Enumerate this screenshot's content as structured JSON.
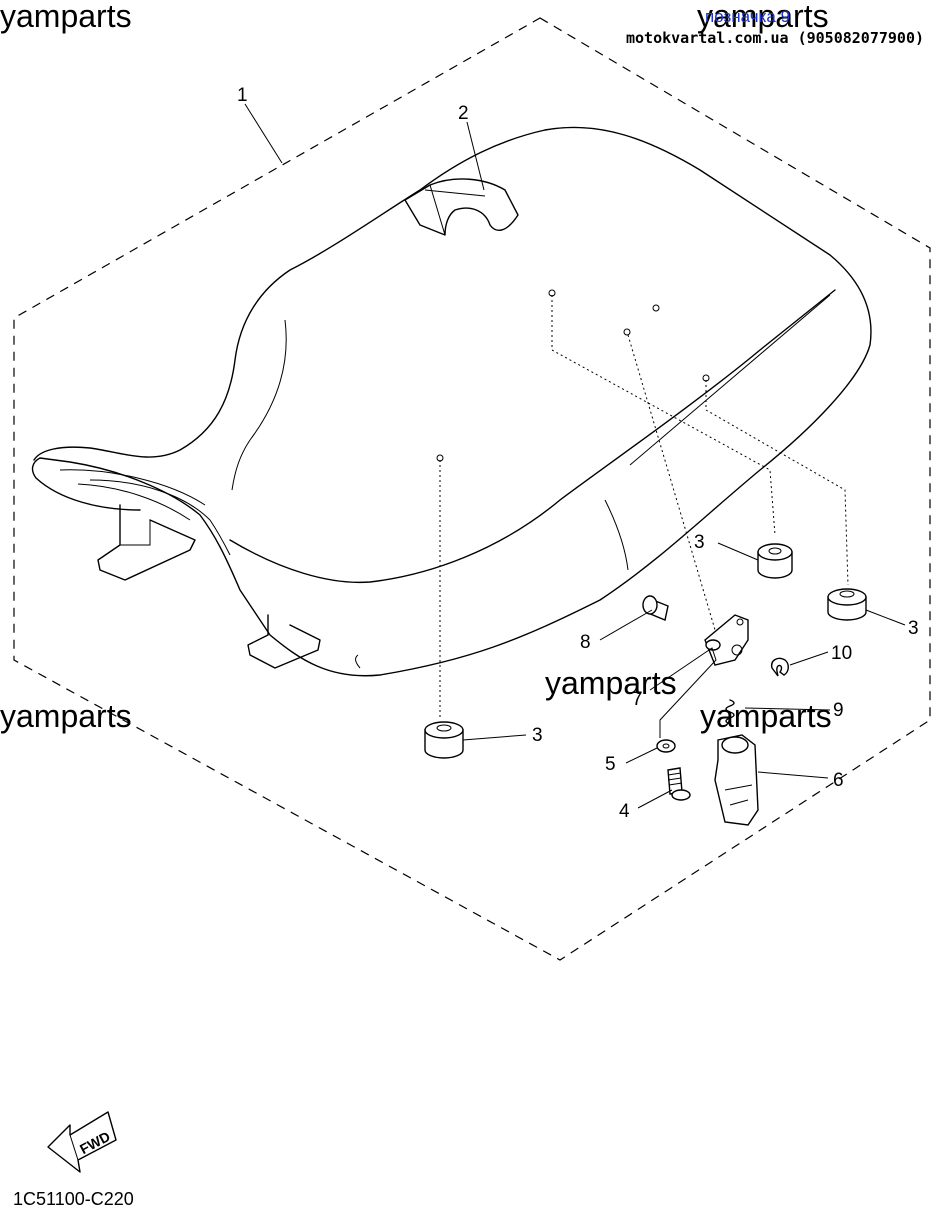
{
  "watermarks": {
    "top_left": "yamparts",
    "top_right": "yamparts",
    "mid_left": "yamparts",
    "mid_center": "yamparts",
    "mid_right": "yamparts"
  },
  "header": {
    "blue_label": "позначка 9",
    "site": "motokvartal.com.ua (905082077900)"
  },
  "callouts": {
    "c1": "1",
    "c2": "2",
    "c3a": "3",
    "c3b": "3",
    "c3c": "3",
    "c4": "4",
    "c5": "5",
    "c6": "6",
    "c7": "7",
    "c8": "8",
    "c9": "9",
    "c10": "10"
  },
  "fwd_label": "FWD",
  "diagram_code": "1C51100-C220"
}
